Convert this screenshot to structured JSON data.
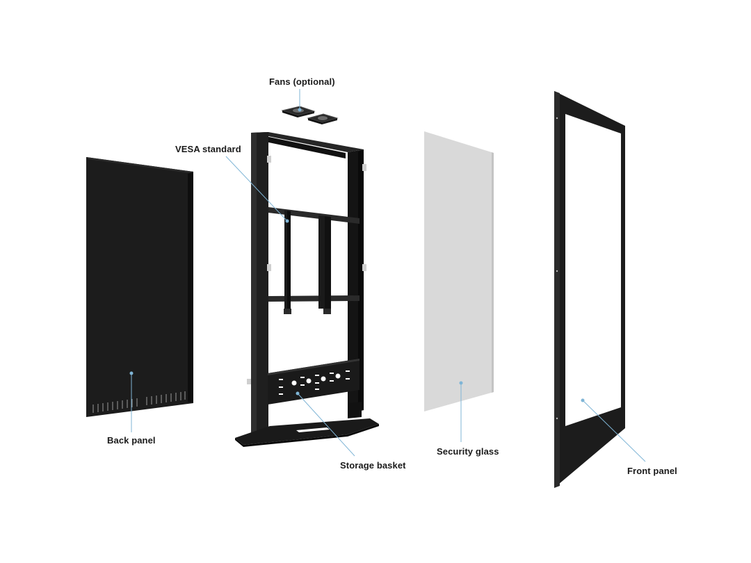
{
  "labels": {
    "fans": "Fans (optional)",
    "vesa": "VESA standard",
    "back_panel": "Back panel",
    "storage_basket": "Storage basket",
    "security_glass": "Security glass",
    "front_panel": "Front panel"
  },
  "colors": {
    "metal": "#1c1c1c",
    "glass": "#d9d9d9",
    "screen": "#ffffff",
    "leader": "#7fb5d6"
  }
}
